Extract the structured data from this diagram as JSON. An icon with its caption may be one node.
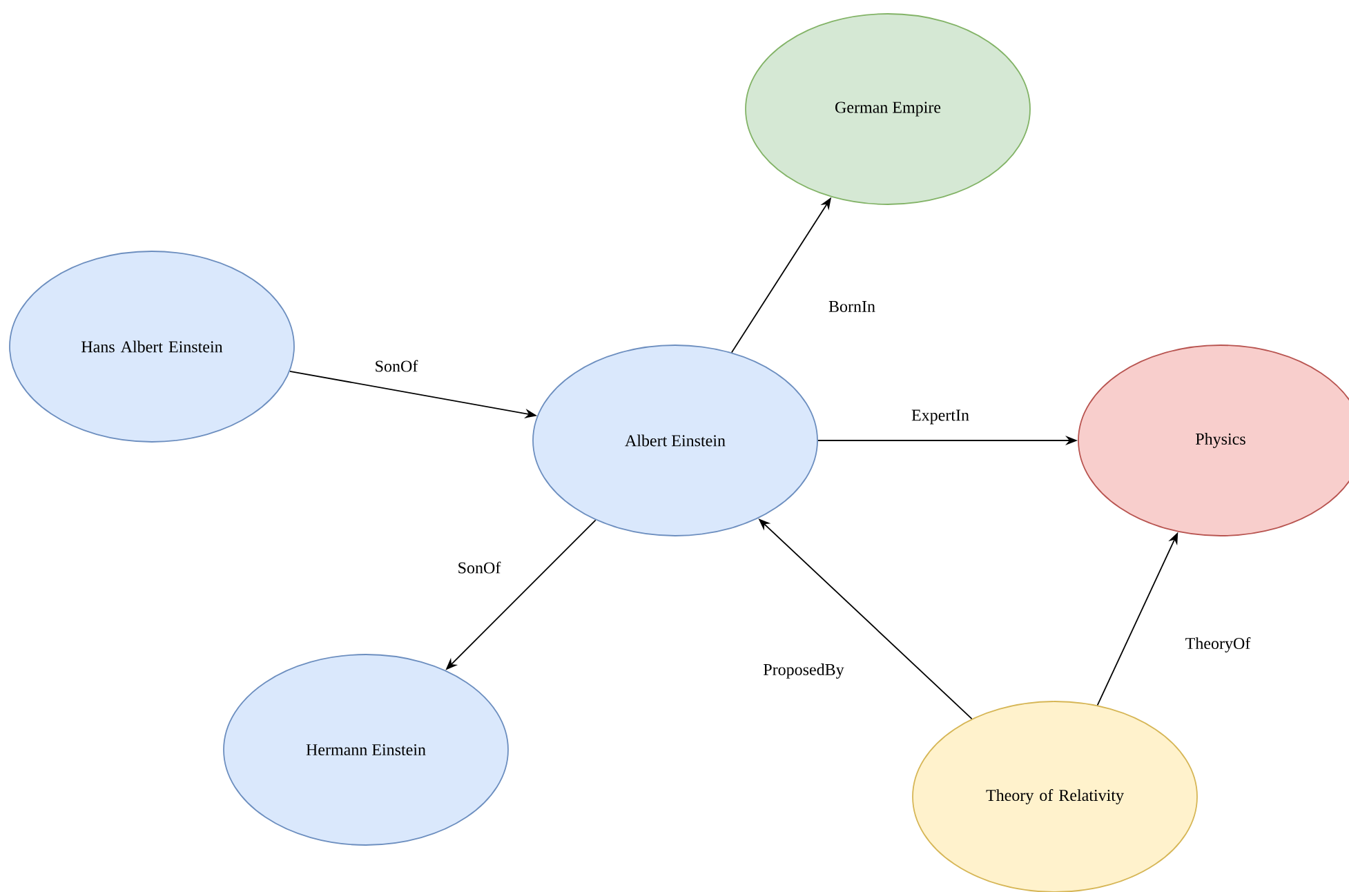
{
  "diagram": {
    "nodes": [
      {
        "text": [
          "German Empire"
        ]
      },
      {
        "text": [
          "Hans Albert Einstein"
        ]
      },
      {
        "text": [
          "Albert Einstein"
        ]
      },
      {
        "text": [
          "Physics"
        ]
      },
      {
        "text": [
          "Hermann Einstein"
        ]
      },
      {
        "text": [
          "Theory of Relativity"
        ]
      }
    ],
    "edges": [
      {
        "from": 2,
        "to": 0,
        "arrow": "to",
        "label": "BornIn"
      },
      {
        "from": 1,
        "to": 2,
        "arrow": "to",
        "label": "SonOf"
      },
      {
        "from": 2,
        "to": 3,
        "arrow": "to",
        "label": "ExpertIn"
      },
      {
        "from": 2,
        "to": 4,
        "arrow": "to",
        "label": "SonOf"
      },
      {
        "from": 5,
        "to": 2,
        "arrow": "to",
        "label": "ProposedBy"
      },
      {
        "from": 5,
        "to": 3,
        "arrow": "to",
        "label": "TheoryOf"
      }
    ]
  }
}
